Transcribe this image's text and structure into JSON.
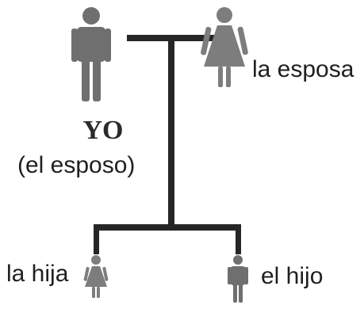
{
  "diagram": {
    "father": {
      "name": "YO",
      "role": "(el esposo)",
      "icon": "man-icon"
    },
    "mother": {
      "label": "la esposa",
      "icon": "woman-icon"
    },
    "children": [
      {
        "label": "la hija",
        "icon": "girl-icon"
      },
      {
        "label": "el hijo",
        "icon": "boy-icon"
      }
    ],
    "colors": {
      "man": "#6f6f6f",
      "woman": "#7d7d7d",
      "lines": "#262626",
      "text": "#1f1f1f"
    }
  }
}
